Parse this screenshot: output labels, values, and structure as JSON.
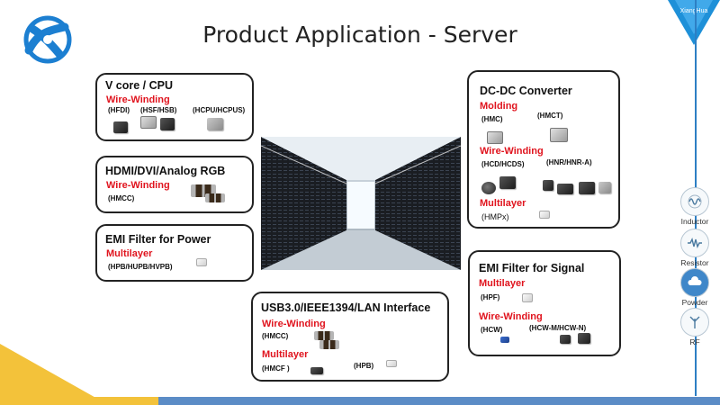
{
  "title": "Product Application - Server",
  "brand": {
    "name": "XiangHua",
    "icon": "xianghua-logo-icon"
  },
  "boxes": {
    "vcore": {
      "heading": "V core / CPU",
      "type1": "Wire-Winding",
      "codes": [
        "(HFDI)",
        "(HSF/HSB)",
        "(HCPU/HCPUS)"
      ]
    },
    "hdmi": {
      "heading": "HDMI/DVI/Analog RGB",
      "type1": "Wire-Winding",
      "codes": [
        "(HMCC)"
      ]
    },
    "emi_power": {
      "heading": "EMI Filter for Power",
      "type1": "Multilayer",
      "codes": [
        "(HPB/HUPB/HVPB)"
      ]
    },
    "usb": {
      "heading": "USB3.0/IEEE1394/LAN Interface",
      "type1": "Wire-Winding",
      "codes1": [
        "(HMCC)"
      ],
      "type2": "Multilayer",
      "codes2": [
        "(HMCF )",
        "(HPB)"
      ]
    },
    "dcdc": {
      "heading": "DC-DC Converter",
      "type1": "Molding",
      "codes1": [
        "(HMC)",
        "(HMCT)"
      ],
      "type2": "Wire-Winding",
      "codes2": [
        "(HCD/HCDS)",
        "(HNR/HNR-A)"
      ],
      "type3": "Multilayer",
      "codes3": [
        "(HMPx)"
      ]
    },
    "emi_signal": {
      "heading": "EMI Filter for Signal",
      "type1": "Multilayer",
      "codes1": [
        "(HPF)"
      ],
      "type2": "Wire-Winding",
      "codes2": [
        "(HCW)",
        "(HCW-M/HCW-N)"
      ]
    }
  },
  "sidebar": [
    {
      "label": "Inductor",
      "icon": "inductor-coil-icon"
    },
    {
      "label": "Resistor",
      "icon": "resistor-wave-icon"
    },
    {
      "label": "Powder",
      "icon": "powder-cloud-icon"
    },
    {
      "label": "RF",
      "icon": "rf-antenna-icon"
    }
  ],
  "colors": {
    "accent_red": "#e0141e",
    "brand_blue": "#2d7fc4",
    "footer_yellow": "#f3c23a"
  }
}
